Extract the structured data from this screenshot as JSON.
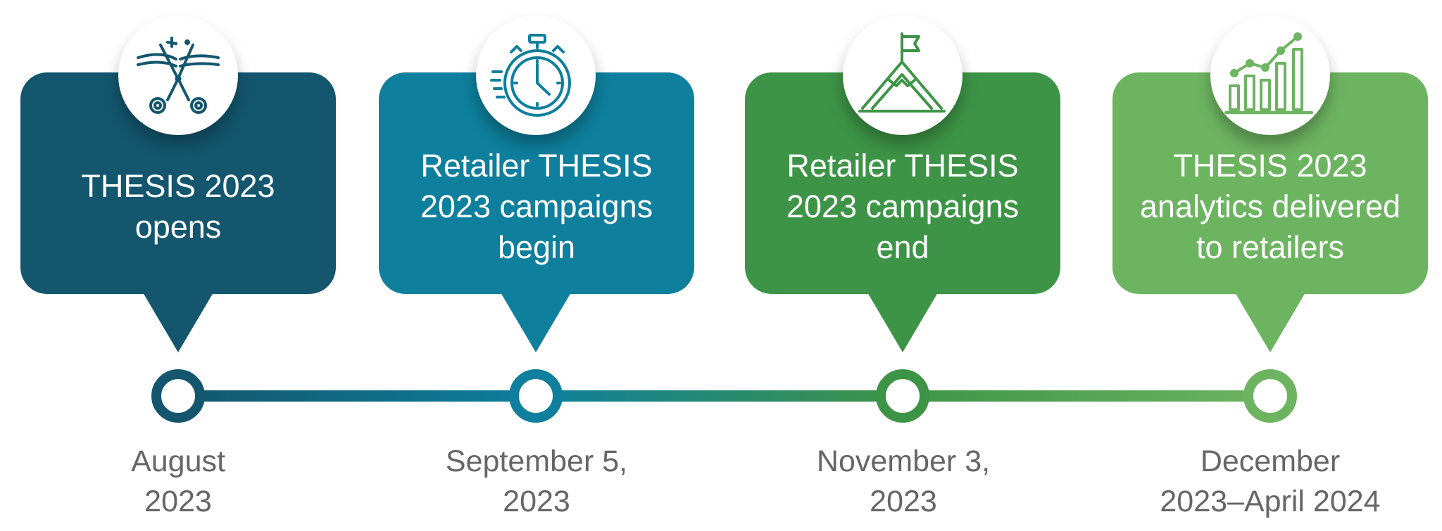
{
  "milestones": [
    {
      "label": "THESIS 2023\nopens",
      "date": "August\n2023",
      "color": "#13566e",
      "icon": "scissors-icon"
    },
    {
      "label": "Retailer THESIS\n2023 campaigns\nbegin",
      "date": "September 5,\n2023",
      "color": "#0e7f9c",
      "icon": "stopwatch-icon"
    },
    {
      "label": "Retailer THESIS\n2023 campaigns\nend",
      "date": "November 3,\n2023",
      "color": "#3d9446",
      "icon": "mountain-flag-icon"
    },
    {
      "label": "THESIS 2023\nanalytics delivered\nto retailers",
      "date": "December\n2023–April 2024",
      "color": "#6db461",
      "icon": "growth-chart-icon"
    }
  ]
}
